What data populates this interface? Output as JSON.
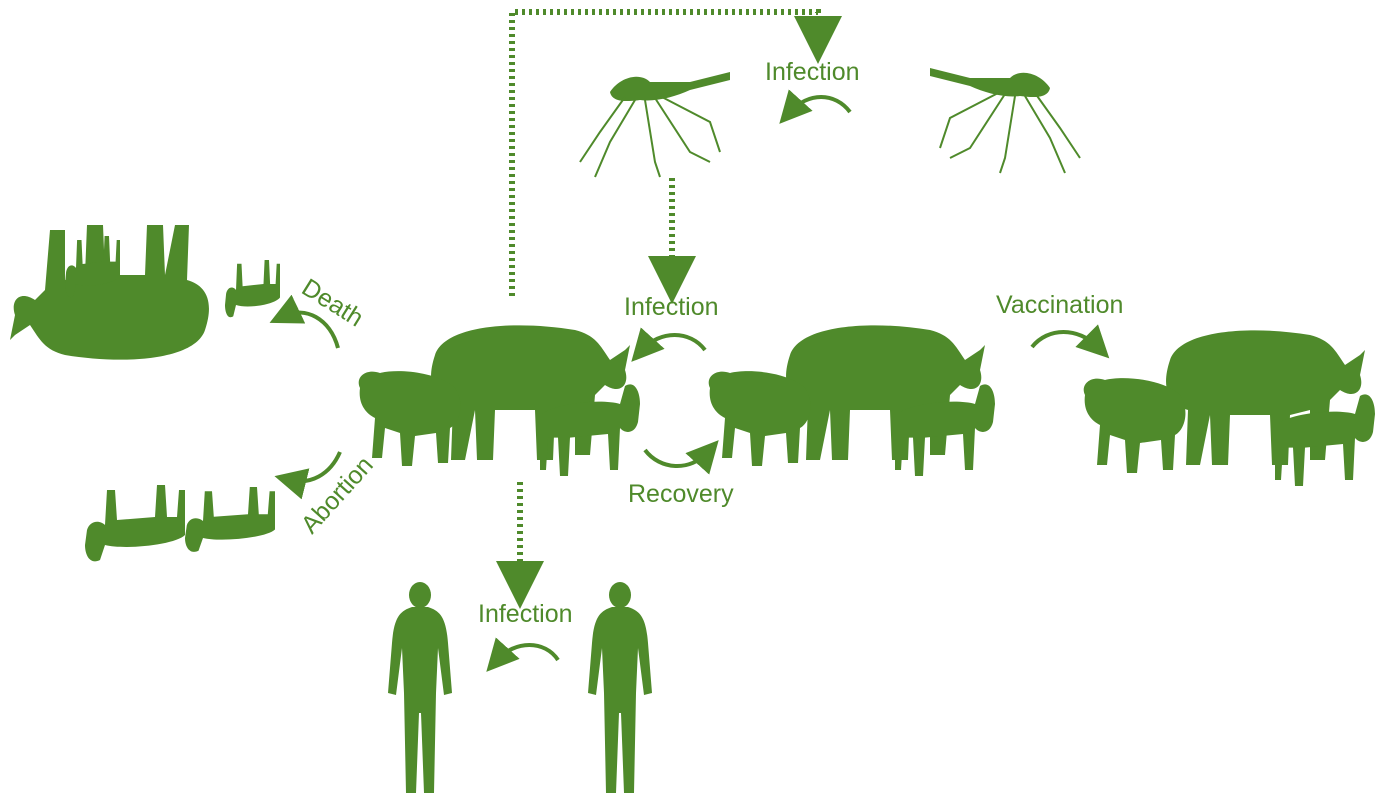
{
  "diagram": {
    "labels": {
      "infection_mosquito": "Infection",
      "infection_livestock": "Infection",
      "recovery": "Recovery",
      "vaccination": "Vaccination",
      "death": "Death",
      "abortion": "Abortion",
      "infection_human": "Infection"
    },
    "colors": {
      "foreground": "#4f8a2b",
      "background": "#ffffff"
    },
    "icons": [
      "mosquito-icon",
      "cow-icon",
      "sheep-icon",
      "goat-icon",
      "human-icon",
      "dead-livestock-icon",
      "aborted-fetus-icon"
    ]
  }
}
